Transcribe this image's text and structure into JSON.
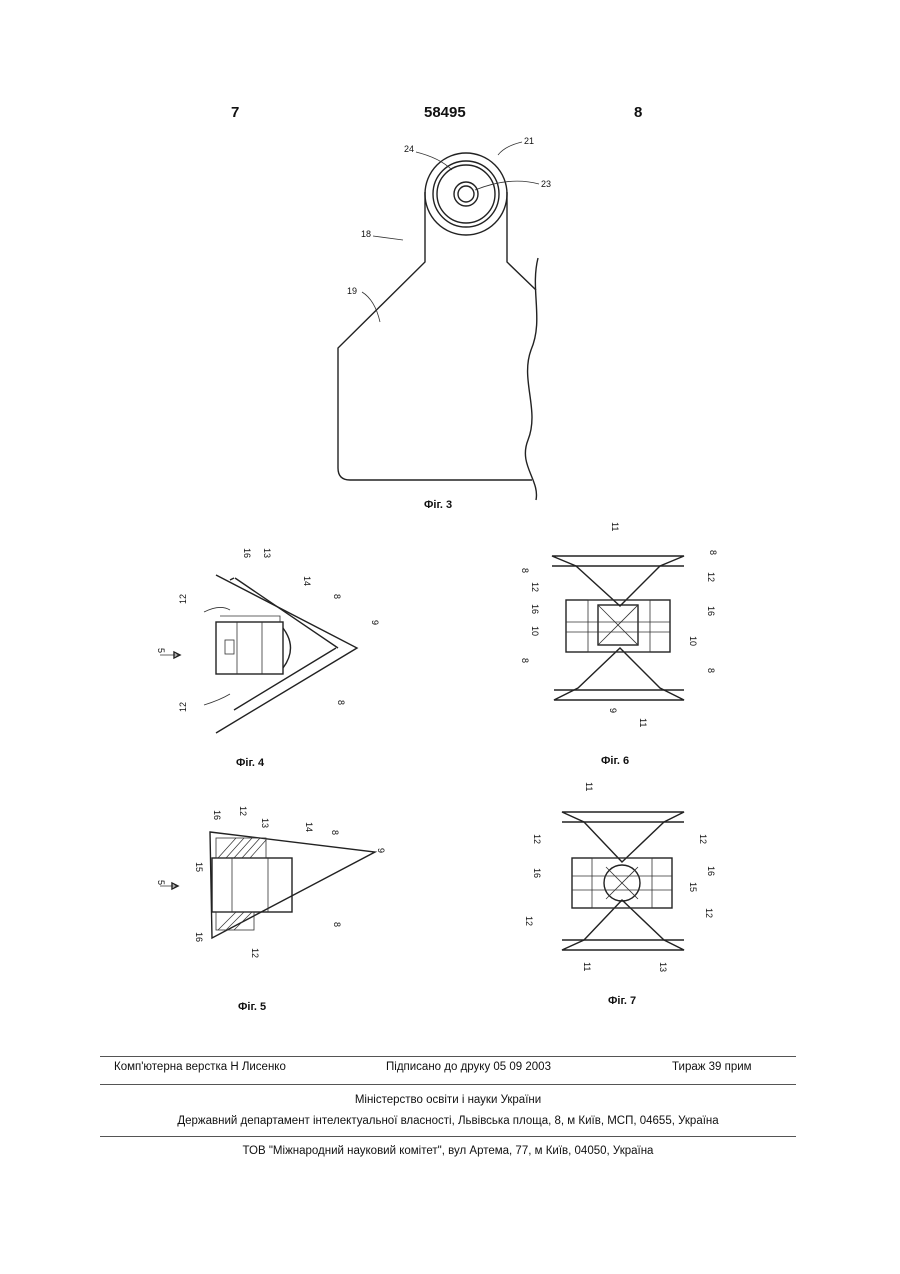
{
  "header": {
    "page_left": "7",
    "patent_number": "58495",
    "page_right": "8"
  },
  "figures": {
    "fig3": {
      "caption": "Фіг. 3",
      "labels": [
        "24",
        "21",
        "23",
        "18",
        "19"
      ]
    },
    "fig4": {
      "caption": "Фіг. 4",
      "labels": [
        "16",
        "13",
        "12",
        "14",
        "8",
        "9",
        "5",
        "12",
        "8"
      ]
    },
    "fig5": {
      "caption": "Фіг. 5",
      "labels": [
        "16",
        "12",
        "13",
        "14",
        "8",
        "9",
        "15",
        "5",
        "16",
        "12",
        "8"
      ]
    },
    "fig6": {
      "caption": "Фіг. 6",
      "labels": [
        "11",
        "8",
        "8",
        "12",
        "12",
        "16",
        "16",
        "10",
        "10",
        "8",
        "8",
        "9",
        "11"
      ]
    },
    "fig7": {
      "caption": "Фіг. 7",
      "labels": [
        "11",
        "12",
        "12",
        "16",
        "16",
        "15",
        "12",
        "12",
        "11",
        "13"
      ]
    }
  },
  "footer": {
    "layout": "Комп'ютерна верстка Н  Лисенко",
    "signed": "Підписано до друку 05 09 2003",
    "circulation": "Тираж 39 прим",
    "ministry": "Міністерство освіти і науки України",
    "department": "Державний департамент інтелектуальної власності, Львівська площа, 8, м  Київ, МСП, 04655, Україна",
    "publisher": "ТОВ \"Міжнародний науковий комітет\", вул  Артема, 77, м  Київ, 04050, Україна"
  }
}
